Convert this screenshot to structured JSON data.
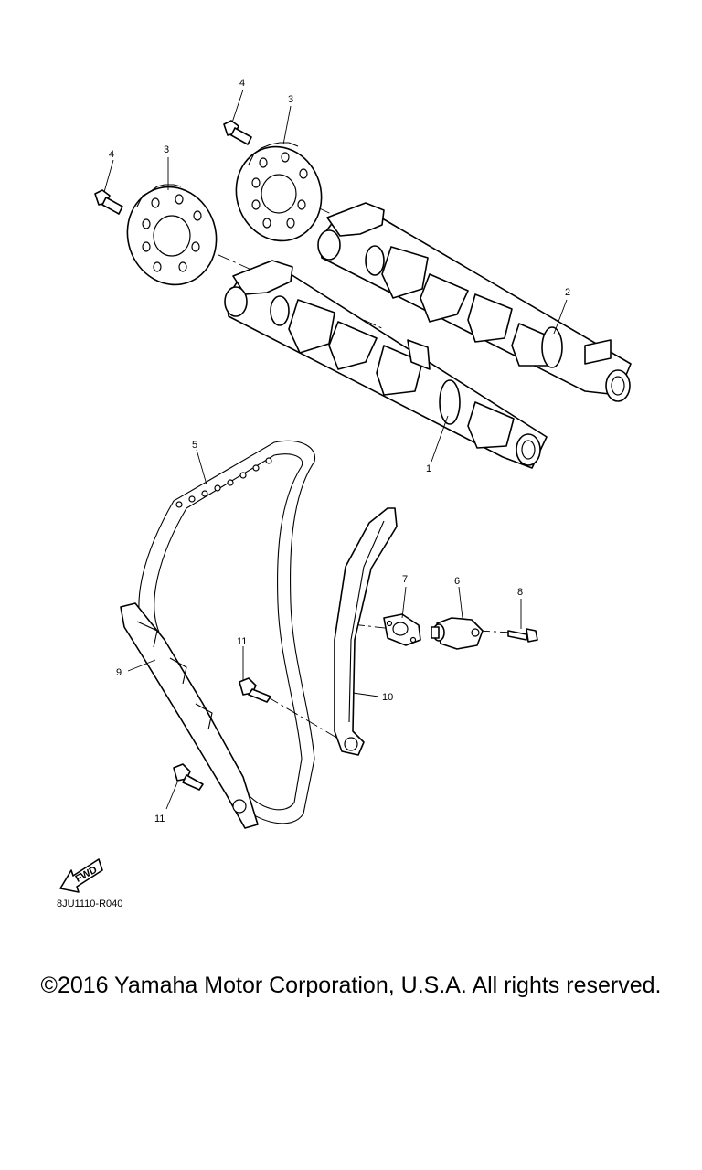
{
  "callouts": {
    "p1": "1",
    "p2": "2",
    "p3a": "3",
    "p3b": "3",
    "p4a": "4",
    "p4b": "4",
    "p5": "5",
    "p6": "6",
    "p7": "7",
    "p8": "8",
    "p9": "9",
    "p10": "10",
    "p11a": "11",
    "p11b": "11"
  },
  "fwd_label": "FWD",
  "diagram_code": "8JU1110-R040",
  "copyright": "©2016 Yamaha Motor Corporation, U.S.A. All rights reserved."
}
